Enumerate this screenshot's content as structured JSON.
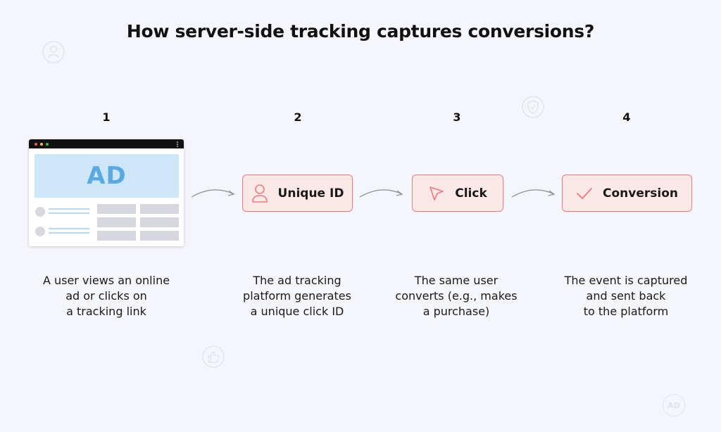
{
  "title": "How server-side tracking captures conversions?",
  "steps": [
    {
      "number": "1",
      "description": "A user views an online\nad or clicks on\na tracking link",
      "banner_text": "AD"
    },
    {
      "number": "2",
      "label": "Unique ID",
      "icon": "user-icon",
      "description": "The ad tracking\nplatform generates\na unique click ID"
    },
    {
      "number": "3",
      "label": "Click",
      "icon": "cursor-icon",
      "description": "The same user\nconverts (e.g., makes\na purchase)"
    },
    {
      "number": "4",
      "label": "Conversion",
      "icon": "checkmark-icon",
      "description": "The event is captured\nand sent back\nto the platform"
    }
  ],
  "background_icons": {
    "ad_badge_text": "AD"
  },
  "colors": {
    "accent": "#f07a7a",
    "pill_fill": "#fde8e8",
    "ad_text": "#5aa9e2",
    "ad_banner": "#cde7f8",
    "background": "#f5f6fc"
  }
}
